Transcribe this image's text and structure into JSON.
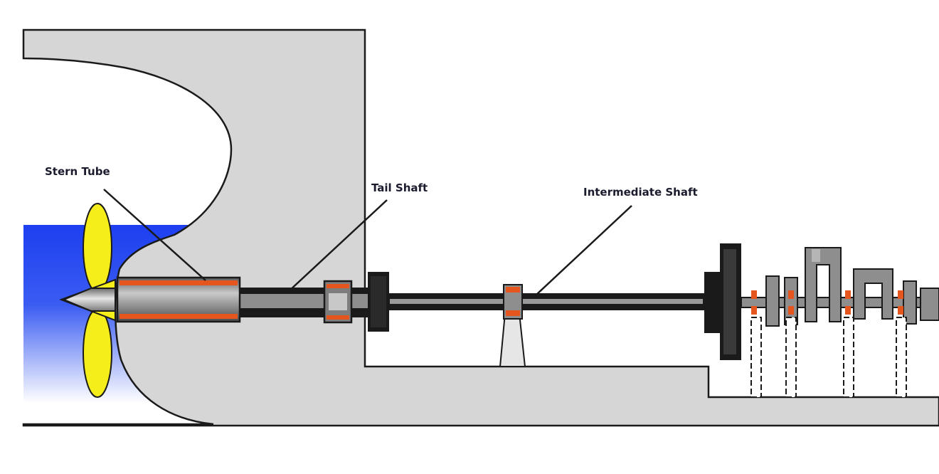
{
  "labels": {
    "stern_tube": "Stern Tube",
    "tail_shaft": "Tail Shaft",
    "intermediate_shaft": "Intermediate Shaft"
  },
  "colors": {
    "hull": "#d6d6d6",
    "outline": "#1a1a1a",
    "water_top": "#1d3ff0",
    "water_bottom": "#ffffff",
    "propeller": "#f5ee1a",
    "bearing_orange": "#e4561e",
    "shaft_grey": "#8e8e8e",
    "shaft_dark": "#1a1a1a"
  }
}
